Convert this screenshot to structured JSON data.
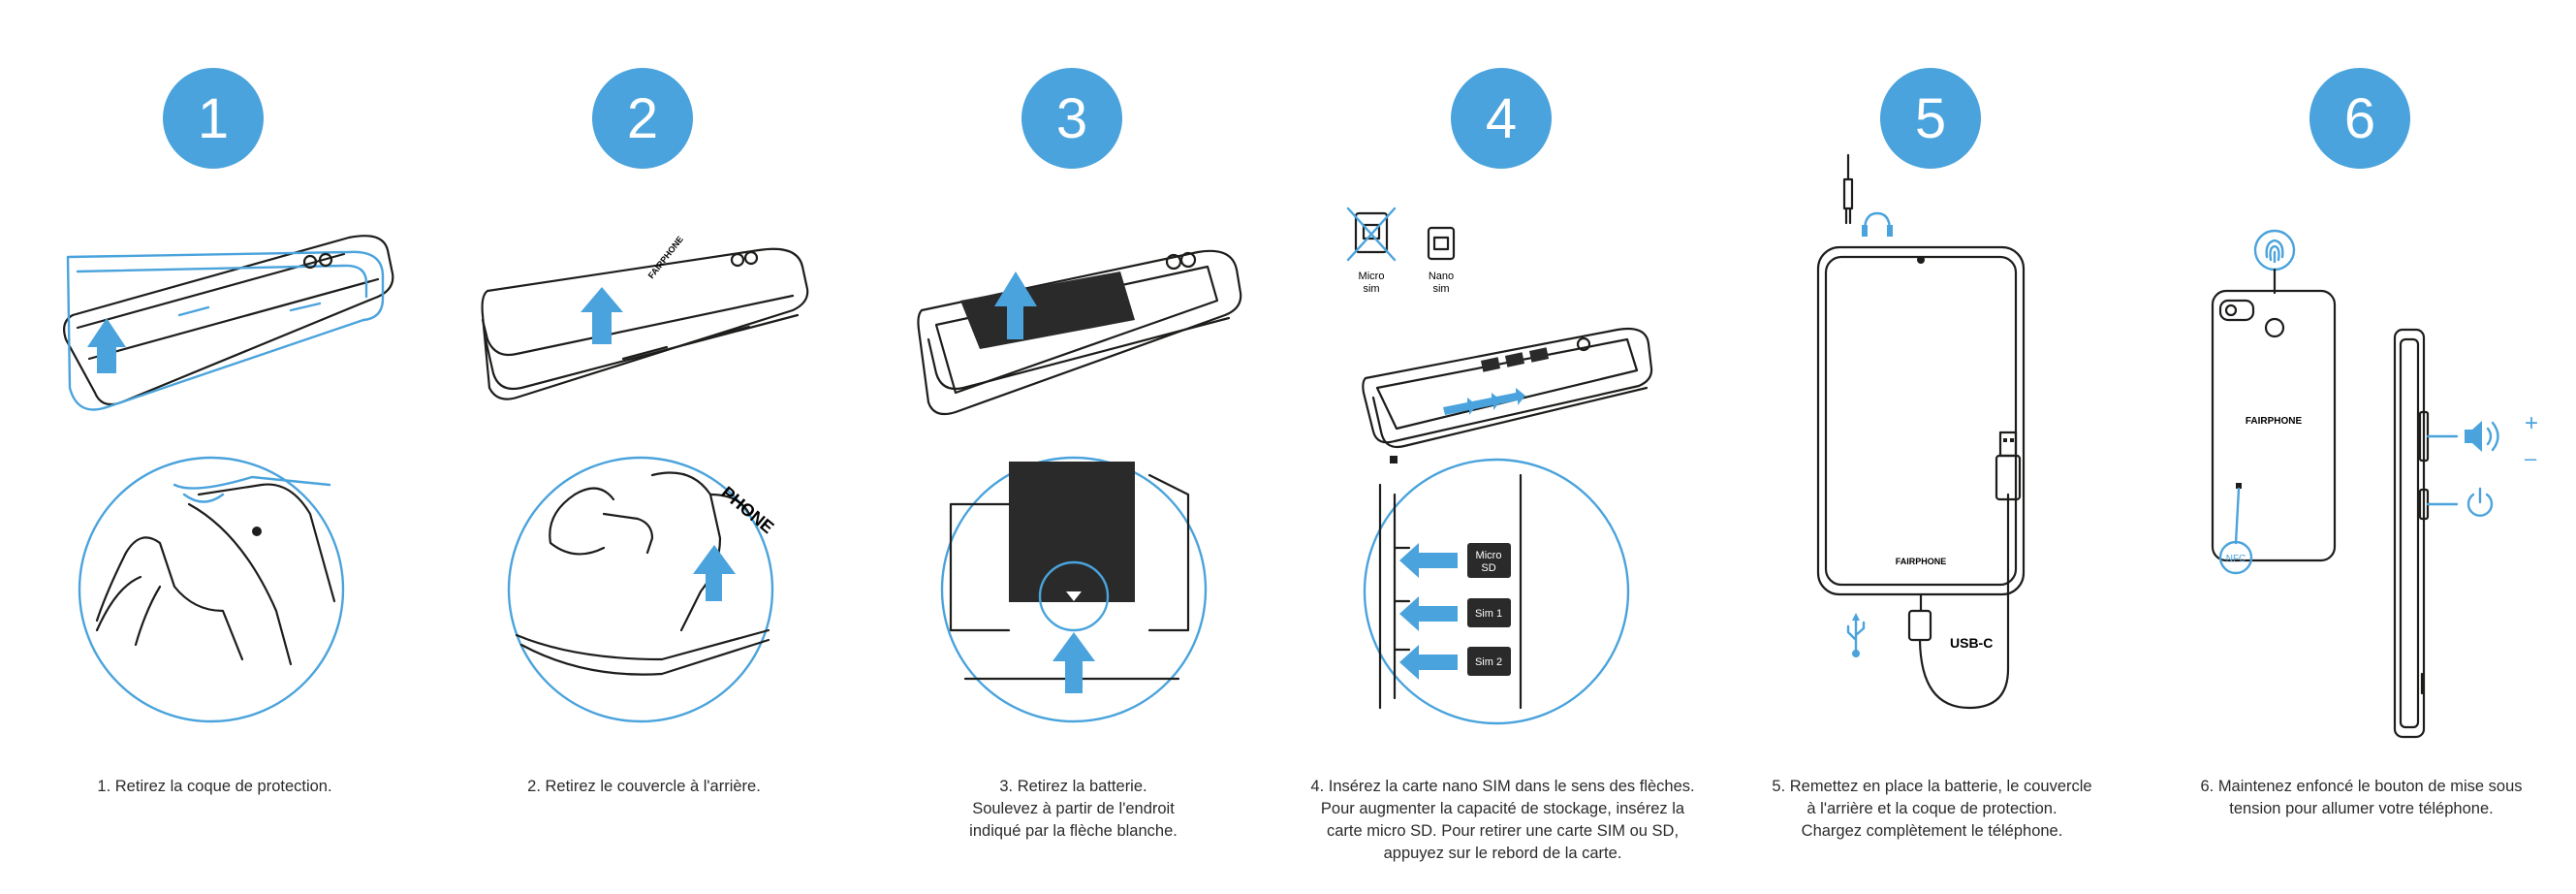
{
  "accent_color": "#4aa3dc",
  "steps": [
    {
      "number": "1",
      "caption": [
        "1. Retirez la coque de protection."
      ]
    },
    {
      "number": "2",
      "caption": [
        "2. Retirez le couvercle à l'arrière."
      ]
    },
    {
      "number": "3",
      "caption": [
        "3. Retirez la batterie.",
        "Soulevez à partir de l'endroit",
        "indiqué par la flèche blanche."
      ]
    },
    {
      "number": "4",
      "caption": [
        "4. Insérez la carte nano SIM dans le sens des flèches.",
        "Pour augmenter la capacité de stockage, insérez la",
        "carte micro SD. Pour retirer une carte SIM ou SD,",
        "appuyez sur le rebord de la carte."
      ]
    },
    {
      "number": "5",
      "caption": [
        "5. Remettez en place la batterie, le couvercle",
        "à l'arrière et la coque de protection.",
        "Chargez complètement le téléphone."
      ]
    },
    {
      "number": "6",
      "caption": [
        "6. Maintenez enfoncé le bouton de mise sous",
        "tension pour allumer votre téléphone."
      ]
    }
  ],
  "labels": {
    "brand": "FAIRPHONE",
    "micro_sim": [
      "Micro",
      "sim"
    ],
    "nano_sim": [
      "Nano",
      "sim"
    ],
    "micro_sd": [
      "Micro",
      "SD"
    ],
    "sim1": "Sim 1",
    "sim2": "Sim 2",
    "usb_c": "USB-C",
    "nfc": "NFC",
    "plus": "+",
    "minus": "–"
  },
  "icons": [
    "arrow-up-icon",
    "headphones-icon",
    "usb-icon",
    "fingerprint-icon",
    "volume-icon",
    "power-icon",
    "crossed-out-icon"
  ]
}
